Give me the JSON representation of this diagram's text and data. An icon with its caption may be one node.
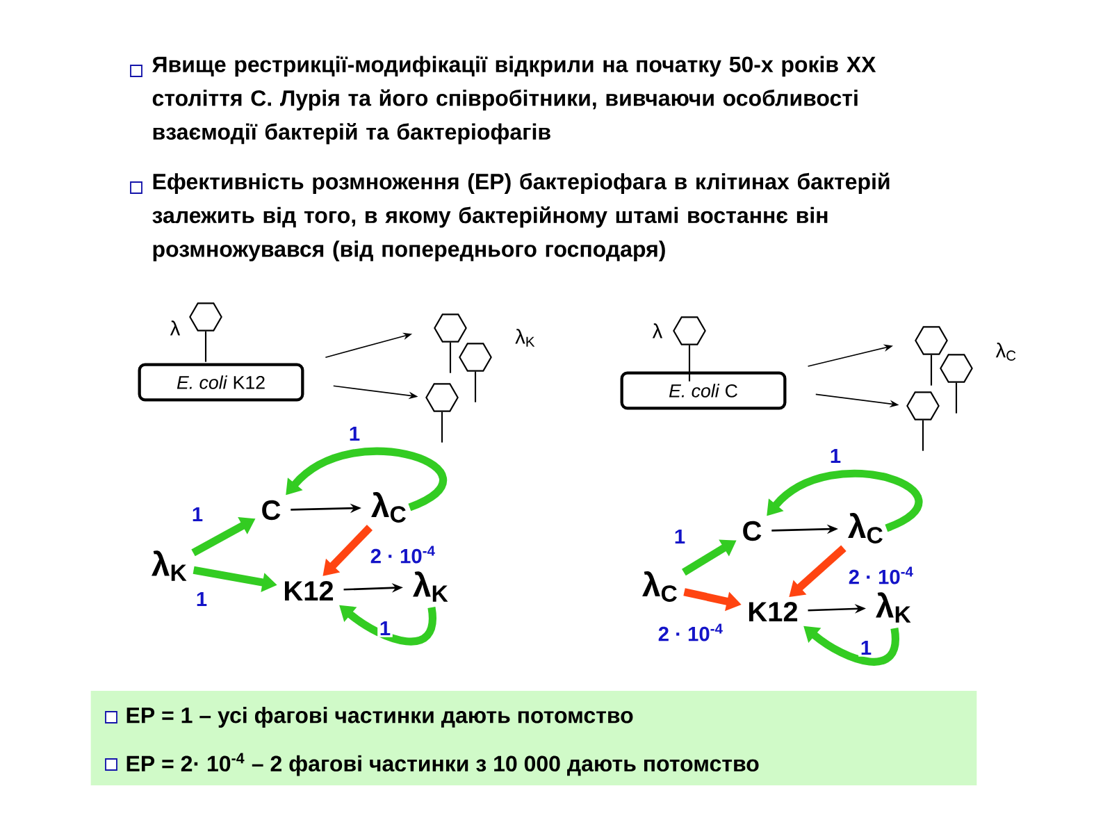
{
  "diagram": {
    "nodes": [
      {
        "text": [
          "*E. coli* K12"
        ]
      },
      {
        "text": [],
        "shape": "hexagon",
        "beside": [
          "λ"
        ]
      },
      {
        "text": [],
        "shape": "hexagon"
      },
      {
        "text": [],
        "shape": "hexagon"
      },
      {
        "text": [],
        "shape": "hexagon"
      },
      {
        "text": [
          "*E. coli* C"
        ]
      },
      {
        "text": [],
        "shape": "hexagon",
        "beside": [
          "λ"
        ]
      },
      {
        "text": [],
        "shape": "hexagon"
      },
      {
        "text": [],
        "shape": "hexagon"
      },
      {
        "text": [],
        "shape": "hexagon"
      },
      {
        "text": [
          "λ$_{K}$"
        ]
      },
      {
        "text": [
          "C"
        ]
      },
      {
        "text": [
          "λ$_{C}$"
        ]
      },
      {
        "text": [
          "K12"
        ]
      },
      {
        "text": [
          "λ$_{K}$"
        ]
      },
      {
        "text": [
          "λ$_{C}$"
        ]
      },
      {
        "text": [
          "C"
        ]
      },
      {
        "text": [
          "λ$_{C}$"
        ]
      },
      {
        "text": [
          "K12"
        ]
      },
      {
        "text": [
          "λ$_{K}$"
        ]
      },
      {
        "text": [
          "ЕР = 1 – усі фагові частинки дають потомство",
          "ЕР = 2· 10$^{-4}$ – 2 фагові частинки з 10 000 дають потомство"
        ]
      }
    ],
    "edges": [
      {
        "from": 0,
        "to": 2,
        "arrow": "to"
      },
      {
        "from": 0,
        "to": 4,
        "arrow": "to"
      },
      {
        "from": 5,
        "to": 7,
        "arrow": "to"
      },
      {
        "from": 5,
        "to": 9,
        "arrow": "to"
      },
      {
        "from": 10,
        "to": 11,
        "arrow": "to",
        "label": "1",
        "color": "#33cc22"
      },
      {
        "from": 10,
        "to": 13,
        "arrow": "to",
        "label": "1",
        "color": "#33cc22"
      },
      {
        "from": 11,
        "to": 12,
        "arrow": "to"
      },
      {
        "from": 13,
        "to": 14,
        "arrow": "to"
      },
      {
        "from": 12,
        "to": 11,
        "arrow": "to",
        "label": "1",
        "color": "#33cc22"
      },
      {
        "from": 12,
        "to": 13,
        "arrow": "to",
        "label": "2 · 10$^{-4}$",
        "color": "#ff4411"
      },
      {
        "from": 14,
        "to": 13,
        "arrow": "to",
        "label": "1",
        "color": "#33cc22"
      },
      {
        "from": 15,
        "to": 16,
        "arrow": "to",
        "label": "1",
        "color": "#33cc22"
      },
      {
        "from": 15,
        "to": 18,
        "arrow": "to",
        "label": "2 · 10$^{-4}$",
        "color": "#ff4411"
      },
      {
        "from": 16,
        "to": 17,
        "arrow": "to"
      },
      {
        "from": 18,
        "to": 19,
        "arrow": "to"
      },
      {
        "from": 17,
        "to": 16,
        "arrow": "to",
        "label": "1",
        "color": "#33cc22"
      },
      {
        "from": 17,
        "to": 18,
        "arrow": "to",
        "label": "2 · 10$^{-4}$",
        "color": "#ff4411"
      },
      {
        "from": 19,
        "to": 18,
        "arrow": "to",
        "label": "1",
        "color": "#33cc22"
      }
    ],
    "labels": [
      "Явище рестрикції-модифікації відкрили на початку 50-х  років ХХ століття С. Лурія та його співробітники, вивчаючи особливості взаємодії бактерій та бактеріофагів",
      "Ефективність розмноження (ЕР) бактеріофага в клітинах бактерій залежить від того, в якому бактерійному штамі востаннє він розмножувався (від попереднього господаря)",
      "λ$_{K}$",
      "λ$_{C}$"
    ]
  }
}
